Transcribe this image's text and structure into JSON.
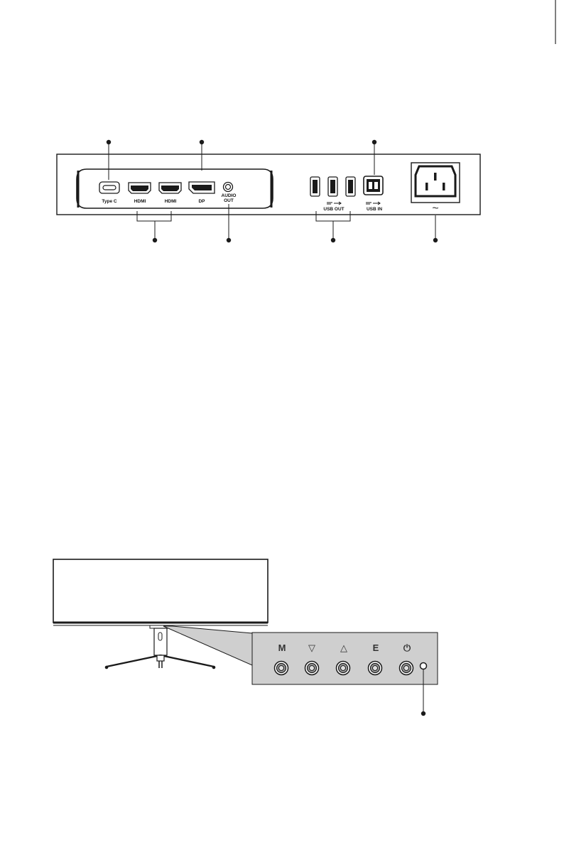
{
  "rear_panel": {
    "ports": {
      "type_c": "Type C",
      "hdmi_1": "HDMI",
      "hdmi_2": "HDMI",
      "dp": "DP",
      "audio_out_line1": "AUDIO",
      "audio_out_line2": "OUT",
      "usb_out": "USB OUT",
      "usb_in": "USB IN"
    },
    "power_symbol": "~"
  },
  "button_panel": {
    "buttons": [
      {
        "key": "menu",
        "symbol": "M"
      },
      {
        "key": "down",
        "symbol": "▽"
      },
      {
        "key": "up",
        "symbol": "△"
      },
      {
        "key": "exit",
        "symbol": "E"
      },
      {
        "key": "power",
        "symbol": "⏻"
      }
    ]
  },
  "colors": {
    "panel_gray": "#cfcfcf",
    "line": "#1a1a1a"
  }
}
